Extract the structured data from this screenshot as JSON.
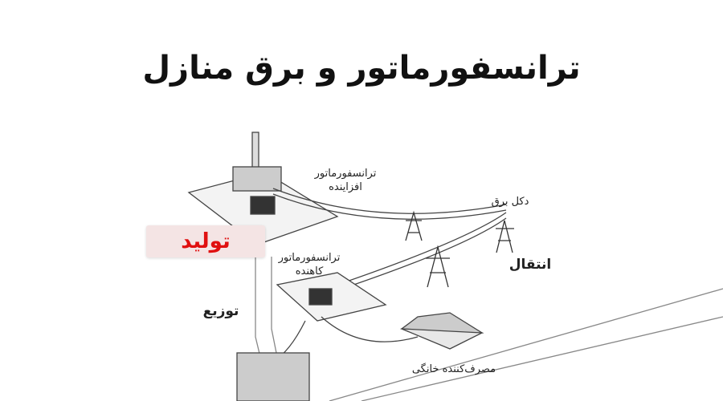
{
  "title": "ترانسفورماتور و برق منازل",
  "labels": {
    "step_up_transformer": [
      "ترانسفورماتور",
      "افزاینده"
    ],
    "power_tower": "دکل برق",
    "generation": "تولید",
    "transmission": "انتقال",
    "step_down_transformer": [
      "ترانسفورماتور",
      "کاهنده"
    ],
    "distribution": "توزیع",
    "household_consumer": "مصرف‌کننده خانگی"
  },
  "colors": {
    "generation_highlight": "#e01010",
    "generation_bg": "#f4e4e4"
  }
}
